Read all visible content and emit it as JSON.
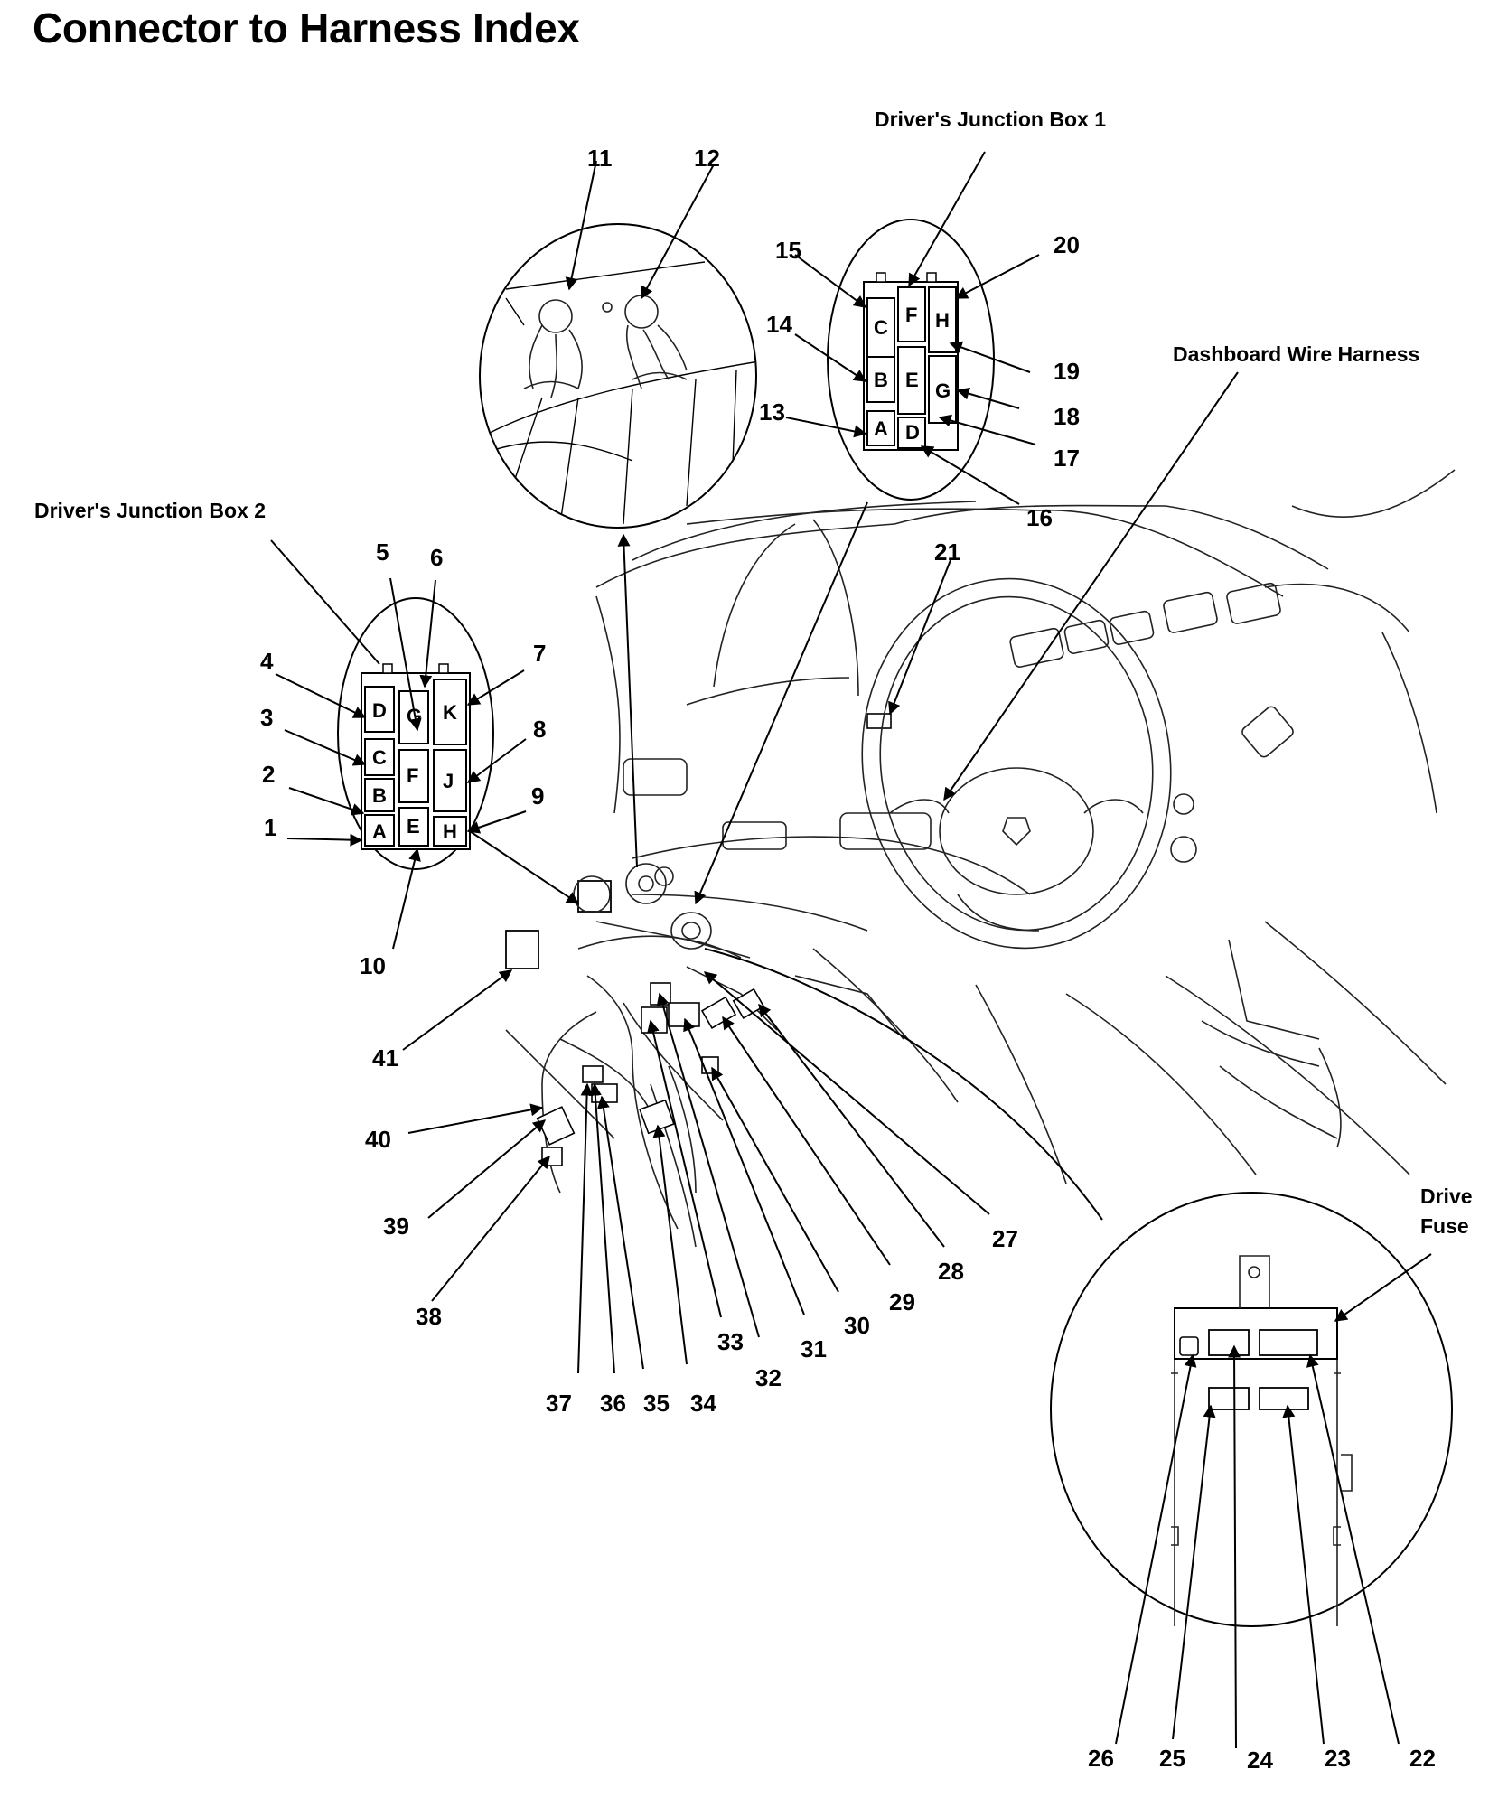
{
  "title": "Connector to Harness Index",
  "captions": {
    "jb1": "Driver's Junction Box 1",
    "jb2": "Driver's Junction Box 2",
    "dash": "Dashboard Wire Harness",
    "fuse_line1": "Drive",
    "fuse_line2": "Fuse"
  },
  "jb1_pins": [
    "C",
    "B",
    "A",
    "F",
    "E",
    "D",
    "H",
    "G"
  ],
  "jb2_pins": [
    "D",
    "C",
    "B",
    "A",
    "G",
    "F",
    "E",
    "K",
    "J",
    "H"
  ],
  "callouts": [
    "1",
    "2",
    "3",
    "4",
    "5",
    "6",
    "7",
    "8",
    "9",
    "10",
    "11",
    "12",
    "13",
    "14",
    "15",
    "16",
    "17",
    "18",
    "19",
    "20",
    "21",
    "22",
    "23",
    "24",
    "25",
    "26",
    "27",
    "28",
    "29",
    "30",
    "31",
    "32",
    "33",
    "34",
    "35",
    "36",
    "37",
    "38",
    "39",
    "40",
    "41"
  ]
}
